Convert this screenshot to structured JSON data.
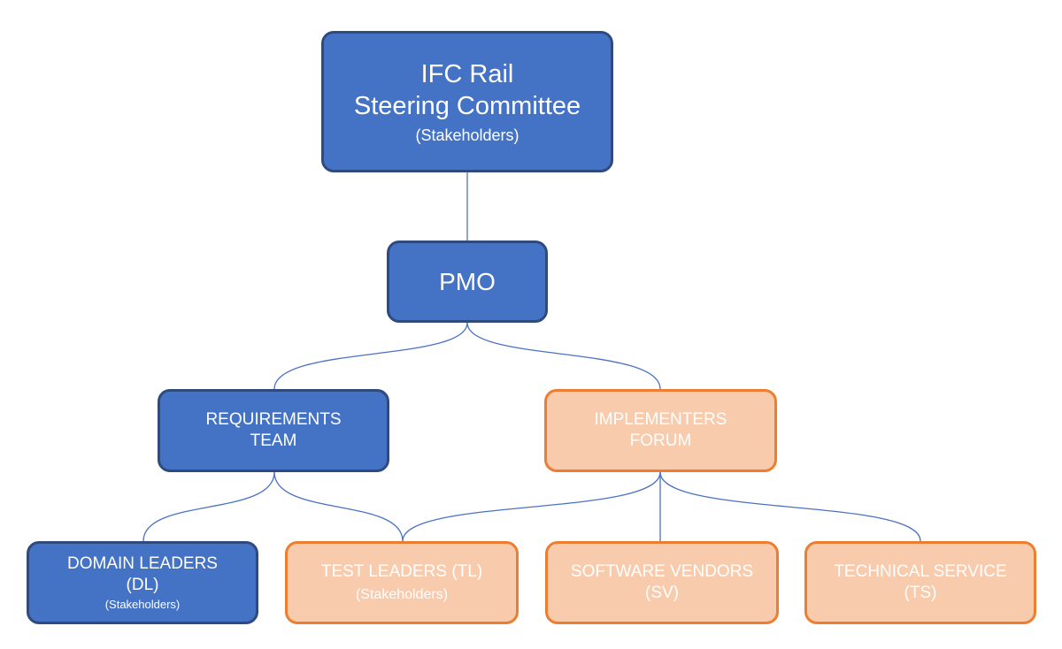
{
  "colors": {
    "blue_fill": "#4472c4",
    "blue_border": "#2f4a7e",
    "orange_fill": "#f8cbad",
    "orange_border": "#ed7d31",
    "connector": "#4a72c4",
    "text": "#ffffff"
  },
  "steering": {
    "line1": "IFC Rail",
    "line2": "Steering Committee",
    "line3": "(Stakeholders)"
  },
  "pmo": {
    "label": "PMO"
  },
  "requirements": {
    "line1": "REQUIREMENTS",
    "line2": "TEAM"
  },
  "implementers": {
    "line1": "IMPLEMENTERS",
    "line2": "FORUM"
  },
  "domain_leaders": {
    "line1": "DOMAIN LEADERS",
    "line2": "(DL)",
    "line3": "(Stakeholders)"
  },
  "test_leaders": {
    "line1": "TEST LEADERS (TL)",
    "line2": "(Stakeholders)"
  },
  "software_vendors": {
    "line1": "SOFTWARE VENDORS",
    "line2": "(SV)"
  },
  "technical_service": {
    "line1": "TECHNICAL SERVICE",
    "line2": "(TS)"
  }
}
